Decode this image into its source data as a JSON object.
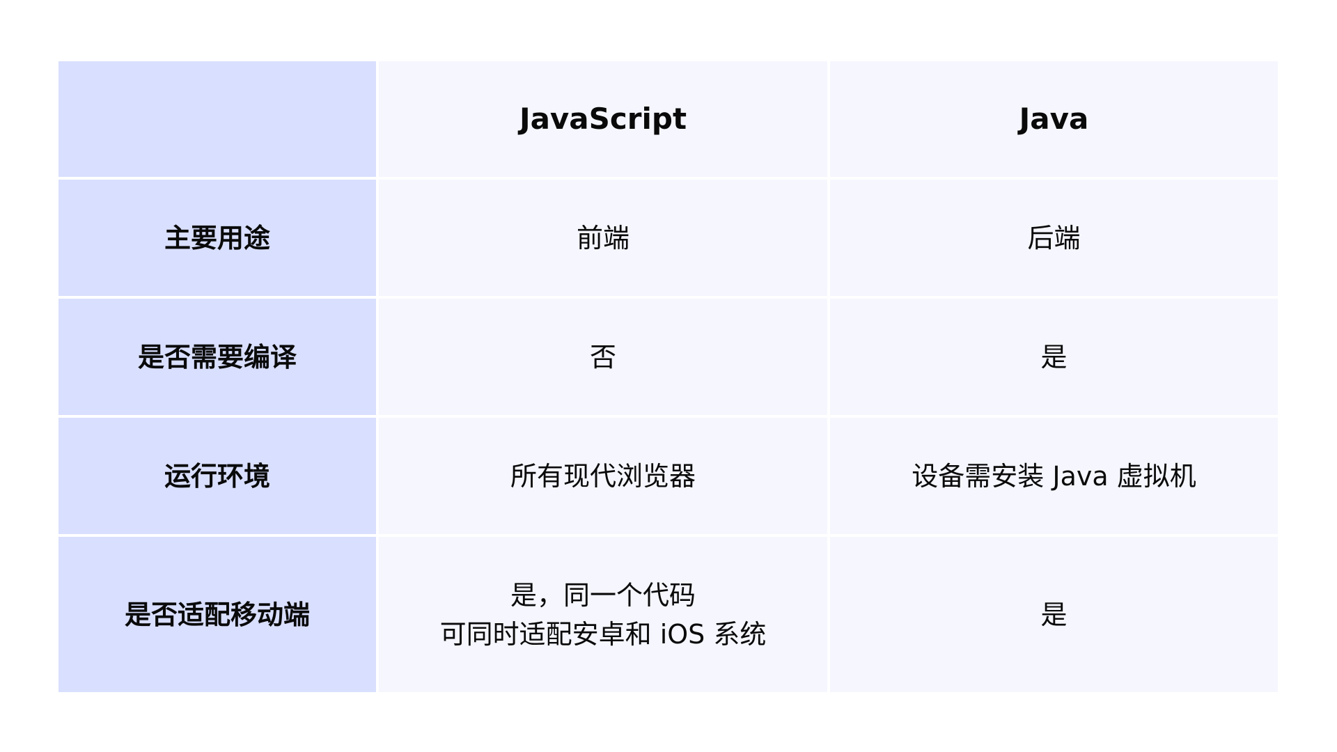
{
  "table": {
    "headers": [
      "",
      "JavaScript",
      "Java"
    ],
    "rows": [
      {
        "label": "主要用途",
        "javascript": "前端",
        "java": "后端"
      },
      {
        "label": "是否需要编译",
        "javascript": "否",
        "java": "是"
      },
      {
        "label": "运行环境",
        "javascript": "所有现代浏览器",
        "java": "设备需安装 Java 虚拟机"
      },
      {
        "label": "是否适配移动端",
        "javascript_lines": [
          "是，同一个代码",
          "可同时适配安卓和 iOS 系统"
        ],
        "java": "是"
      }
    ]
  },
  "colors": {
    "label_column_bg": "#D9DFFE",
    "cell_bg": "#F5F6FE",
    "grid_gap": "#FFFFFF"
  }
}
